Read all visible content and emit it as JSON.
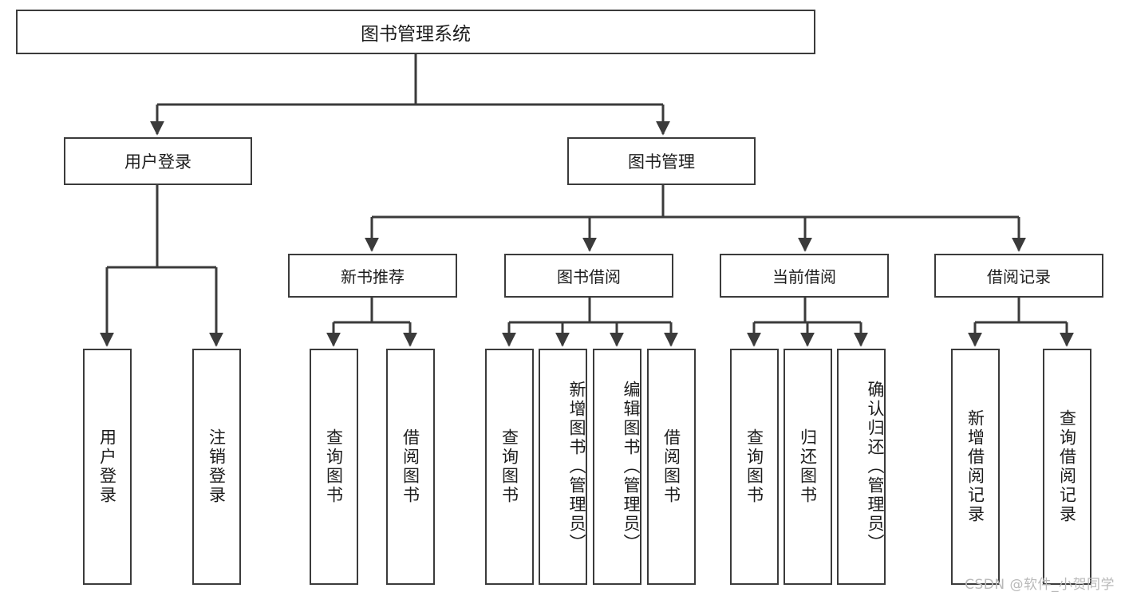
{
  "diagram": {
    "title": "图书管理系统",
    "type": "tree-hierarchy",
    "watermark": "CSDN @软件_小贺同学",
    "colors": {
      "background": "#ffffff",
      "box_border": "#3b3b3b",
      "box_fill": "#ffffff",
      "connector": "#3b3b3b",
      "text": "#1c1c1c",
      "watermark": "#b9b9b9"
    },
    "root": {
      "id": "root",
      "label": "图书管理系统"
    },
    "level1": [
      {
        "id": "user-login",
        "label": "用户登录"
      },
      {
        "id": "book-management",
        "label": "图书管理"
      }
    ],
    "level2": [
      {
        "id": "new-book-recommend",
        "label": "新书推荐",
        "parent": "book-management"
      },
      {
        "id": "book-borrow",
        "label": "图书借阅",
        "parent": "book-management"
      },
      {
        "id": "current-borrow",
        "label": "当前借阅",
        "parent": "book-management"
      },
      {
        "id": "borrow-record",
        "label": "借阅记录",
        "parent": "book-management"
      }
    ],
    "leaves": {
      "user-login": [
        {
          "id": "leaf-user-login",
          "label": "用户登录"
        },
        {
          "id": "leaf-user-logout",
          "label": "注销登录"
        }
      ],
      "new-book-recommend": [
        {
          "id": "leaf-query-book-1",
          "label": "查询图书"
        },
        {
          "id": "leaf-borrow-book-1",
          "label": "借阅图书"
        }
      ],
      "book-borrow": [
        {
          "id": "leaf-query-book-2",
          "label": "查询图书"
        },
        {
          "id": "leaf-add-book",
          "label": "新增图书（管理员）"
        },
        {
          "id": "leaf-edit-book",
          "label": "编辑图书（管理员）"
        },
        {
          "id": "leaf-borrow-book-2",
          "label": "借阅图书"
        }
      ],
      "current-borrow": [
        {
          "id": "leaf-query-book-3",
          "label": "查询图书"
        },
        {
          "id": "leaf-return-book",
          "label": "归还图书"
        },
        {
          "id": "leaf-confirm-return",
          "label": "确认归还（管理员）"
        }
      ],
      "borrow-record": [
        {
          "id": "leaf-add-record",
          "label": "新增借阅记录"
        },
        {
          "id": "leaf-query-record",
          "label": "查询借阅记录"
        }
      ]
    }
  }
}
